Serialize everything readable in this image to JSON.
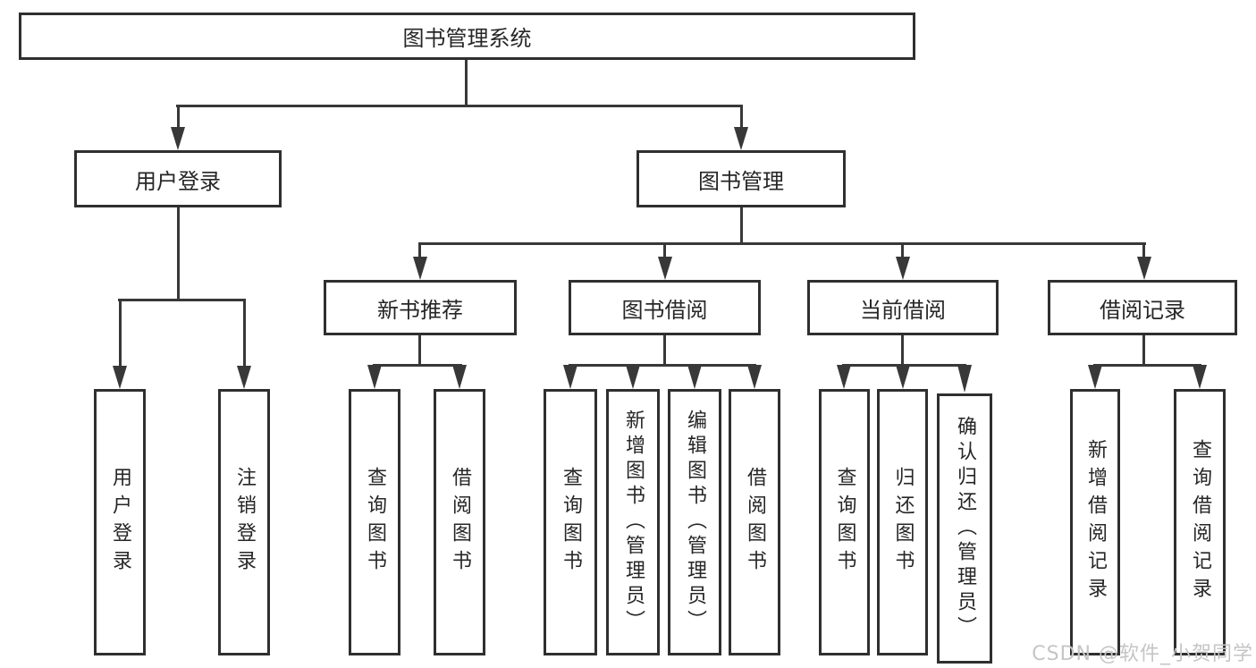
{
  "colors": {
    "line": "#383838",
    "box_border": "#2f2f2f",
    "text": "#262626",
    "background": "#ffffff",
    "watermark": "#c5c5c5"
  },
  "diagram": {
    "root": "图书管理系统",
    "level2": [
      "用户登录",
      "图书管理"
    ],
    "level3": [
      "新书推荐",
      "图书借阅",
      "当前借阅",
      "借阅记录"
    ],
    "leaves": [
      "用户登录",
      "注销登录",
      "查询图书",
      "借阅图书",
      "查询图书",
      "新增图书（管理员）",
      "编辑图书（管理员）",
      "借阅图书",
      "查询图书",
      "归还图书",
      "确认归还（管理员）",
      "新增借阅记录",
      "查询借阅记录"
    ]
  },
  "watermark": "CSDN @软件_小贺同学"
}
